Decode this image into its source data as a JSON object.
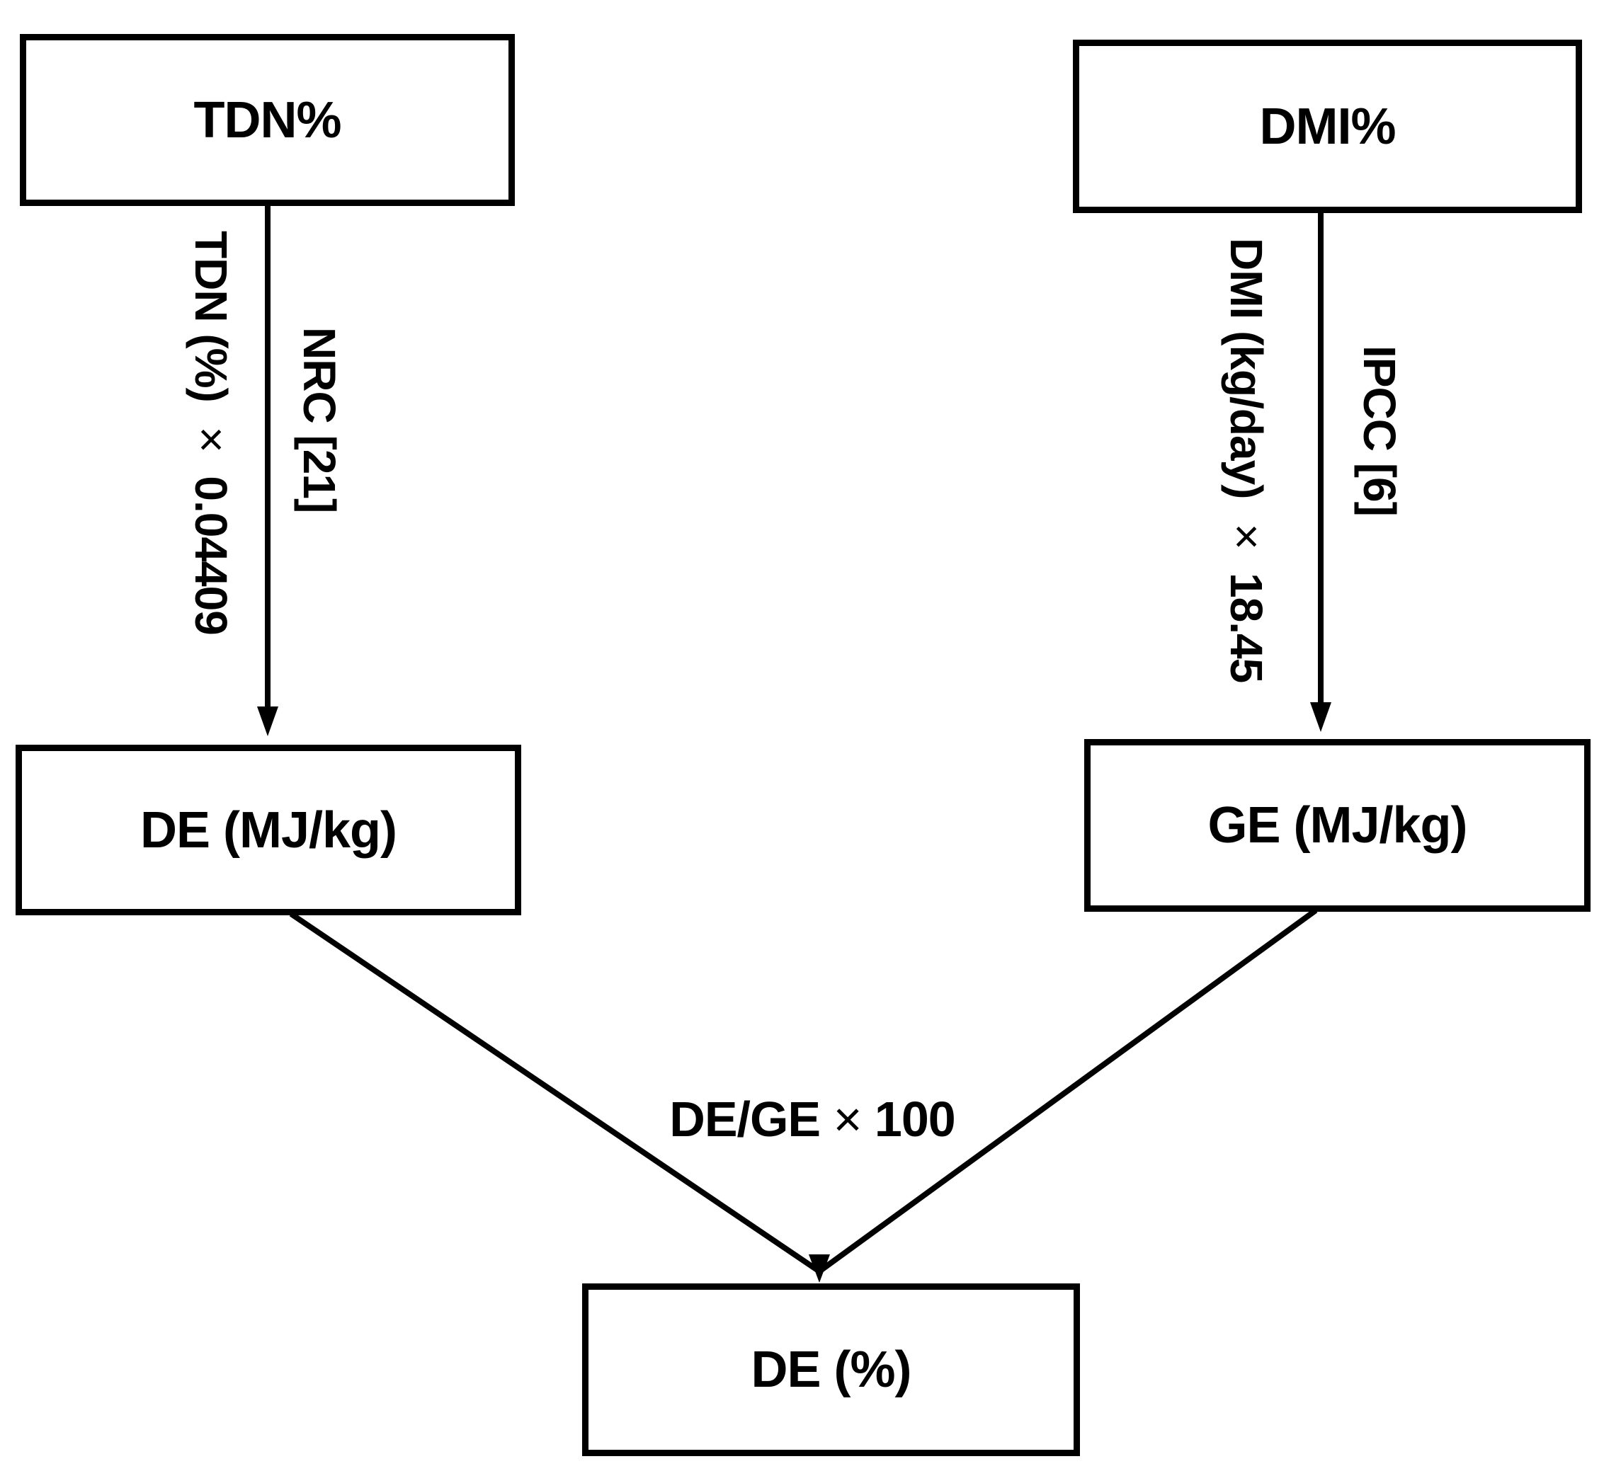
{
  "diagram": {
    "nodes": {
      "tdn": {
        "label": "TDN%"
      },
      "dmi": {
        "label": "DMI%"
      },
      "de_mj": {
        "label": "DE (MJ/kg)"
      },
      "ge_mj": {
        "label": "GE (MJ/kg)"
      },
      "de_pct": {
        "label": "DE (%)"
      }
    },
    "edges": {
      "tdn_to_de": {
        "formula": "TDN (%) × 0.04409",
        "source": "NRC [21]"
      },
      "dmi_to_ge": {
        "formula": "DMI (kg/day) × 18.45",
        "source": "IPCC [6]"
      },
      "de_ge_to_de_pct": {
        "formula": "DE/GE × 100"
      }
    },
    "colors": {
      "line": "#000000",
      "background": "#ffffff"
    }
  }
}
